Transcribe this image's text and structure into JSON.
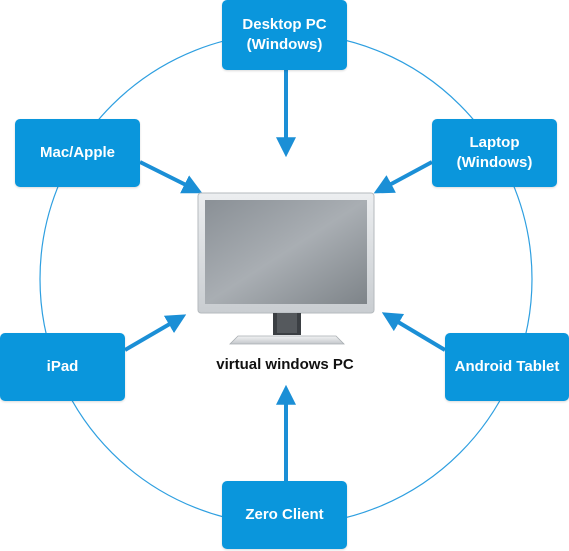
{
  "colors": {
    "accent": "#0a96dc",
    "ring": "#2e9fe0",
    "arrow": "#1b8fd6"
  },
  "center": {
    "label": "virtual windows PC",
    "icon": "monitor-icon"
  },
  "nodes": {
    "desktop": {
      "line1": "Desktop PC",
      "line2": "(Windows)"
    },
    "mac": {
      "line1": "Mac/Apple"
    },
    "laptop": {
      "line1": "Laptop",
      "line2": "(Windows)"
    },
    "ipad": {
      "line1": "iPad"
    },
    "android": {
      "line1": "Android Tablet"
    },
    "zero": {
      "line1": "Zero Client"
    }
  }
}
